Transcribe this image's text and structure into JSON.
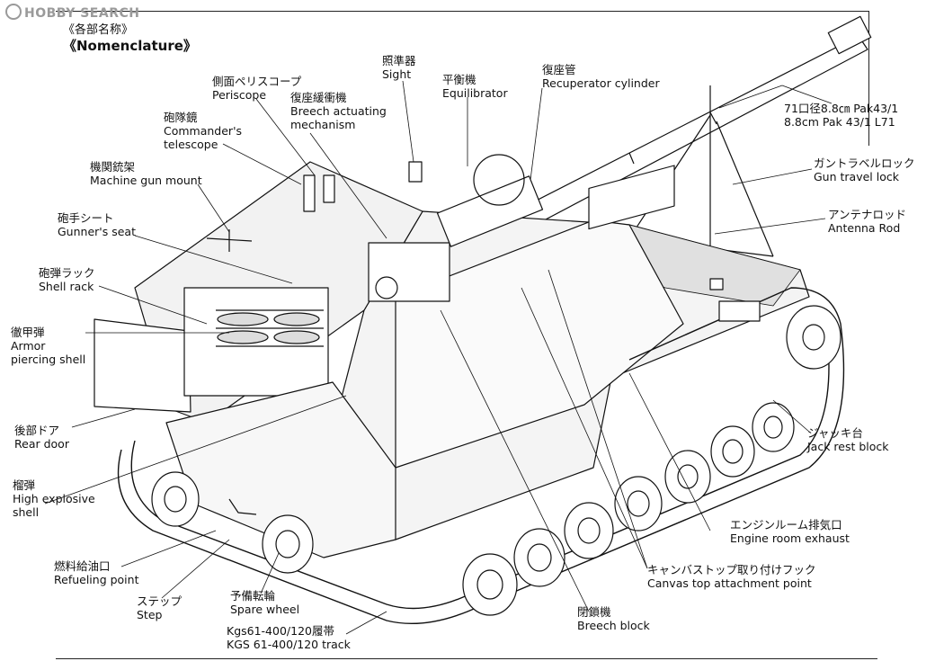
{
  "watermark": "HOBBY SEARCH",
  "header": {
    "title_jp": "《各部名称》",
    "title_en": "《Nomenclature》"
  },
  "labels": {
    "gun": {
      "jp": "71口径8.8㎝ Pak43/1",
      "en": "8.8cm Pak 43/1 L71"
    },
    "recuperator": {
      "jp": "復座管",
      "en": "Recuperator cylinder"
    },
    "equilibrator": {
      "jp": "平衡機",
      "en": "Equilibrator"
    },
    "sight": {
      "jp": "照準器",
      "en": "Sight"
    },
    "periscope": {
      "jp": "側面ペリスコープ",
      "en": "Periscope"
    },
    "breech_actuating": {
      "jp": "復座緩衝機",
      "en1": "Breech actuating",
      "en2": "mechanism"
    },
    "commander_telescope": {
      "jp": "砲隊鏡",
      "en1": "Commander's",
      "en2": "telescope"
    },
    "mg_mount": {
      "jp": "機関銃架",
      "en": "Machine gun mount"
    },
    "gunner_seat": {
      "jp": "砲手シート",
      "en": "Gunner's seat"
    },
    "shell_rack": {
      "jp": "砲弾ラック",
      "en": "Shell rack"
    },
    "armor_piercing": {
      "jp": "徹甲弾",
      "en1": "Armor",
      "en2": "piercing shell"
    },
    "rear_door": {
      "jp": "後部ドア",
      "en": "Rear door"
    },
    "high_explosive": {
      "jp": "榴弾",
      "en1": "High explosive",
      "en2": "shell"
    },
    "refueling": {
      "jp": "燃料給油口",
      "en": "Refueling point"
    },
    "step": {
      "jp": "ステップ",
      "en": "Step"
    },
    "spare_wheel": {
      "jp": "予備転輪",
      "en": "Spare wheel"
    },
    "track": {
      "jp": "Kgs61-400/120履帯",
      "en": "KGS 61-400/120 track"
    },
    "breech_block": {
      "jp": "閉鎖機",
      "en": "Breech block"
    },
    "canvas_top": {
      "jp": "キャンバストップ取り付けフック",
      "en": "Canvas top attachment point"
    },
    "engine_exhaust": {
      "jp": "エンジンルーム排気口",
      "en": "Engine room exhaust"
    },
    "jack_rest": {
      "jp": "ジャッキ台",
      "en": "Jack rest block"
    },
    "antenna": {
      "jp": "アンテナロッド",
      "en": "Antenna Rod"
    },
    "gun_travel_lock": {
      "jp": "ガントラベルロック",
      "en": "Gun travel lock"
    }
  }
}
